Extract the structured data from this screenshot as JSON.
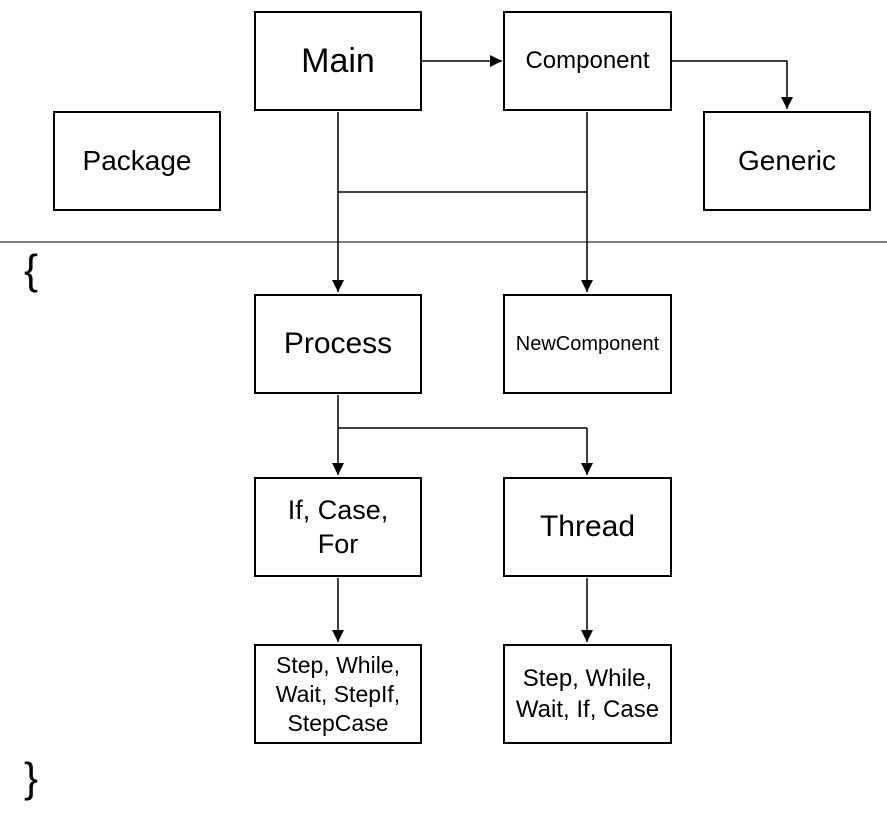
{
  "diagram": {
    "nodes": {
      "main": "Main",
      "component": "Component",
      "package": "Package",
      "generic": "Generic",
      "process": "Process",
      "new_component": "NewComponent",
      "if_case_for": "If, Case,\nFor",
      "thread": "Thread",
      "process_children": "Step, While,\nWait, StepIf,\nStepCase",
      "thread_children": "Step, While,\nWait, If, Case"
    },
    "braces": {
      "open": "{",
      "close": "}"
    },
    "edges": [
      {
        "from": "main",
        "to": "component"
      },
      {
        "from": "component",
        "to": "generic"
      },
      {
        "from": "main",
        "to": "process"
      },
      {
        "from": "main",
        "to": "new_component"
      },
      {
        "from": "component",
        "to": "process"
      },
      {
        "from": "component",
        "to": "new_component"
      },
      {
        "from": "process",
        "to": "if_case_for"
      },
      {
        "from": "process",
        "to": "thread"
      },
      {
        "from": "if_case_for",
        "to": "process_children"
      },
      {
        "from": "thread",
        "to": "thread_children"
      }
    ]
  }
}
